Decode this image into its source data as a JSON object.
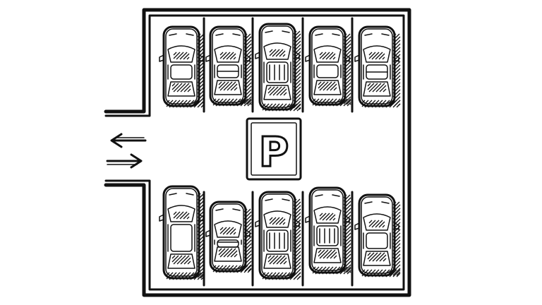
{
  "sign": {
    "label": "P"
  },
  "arrows": [
    {
      "direction": "left"
    },
    {
      "direction": "right"
    }
  ],
  "top_row": [
    {
      "style": "sedan"
    },
    {
      "style": "hatchback"
    },
    {
      "style": "van"
    },
    {
      "style": "sedan"
    },
    {
      "style": "hatchback"
    }
  ],
  "bottom_row": [
    {
      "style": "sedan"
    },
    {
      "style": "hatchback"
    },
    {
      "style": "pickup"
    },
    {
      "style": "van"
    },
    {
      "style": "sedan"
    }
  ],
  "colors": {
    "ink": "#111111",
    "paper": "#ffffff"
  }
}
